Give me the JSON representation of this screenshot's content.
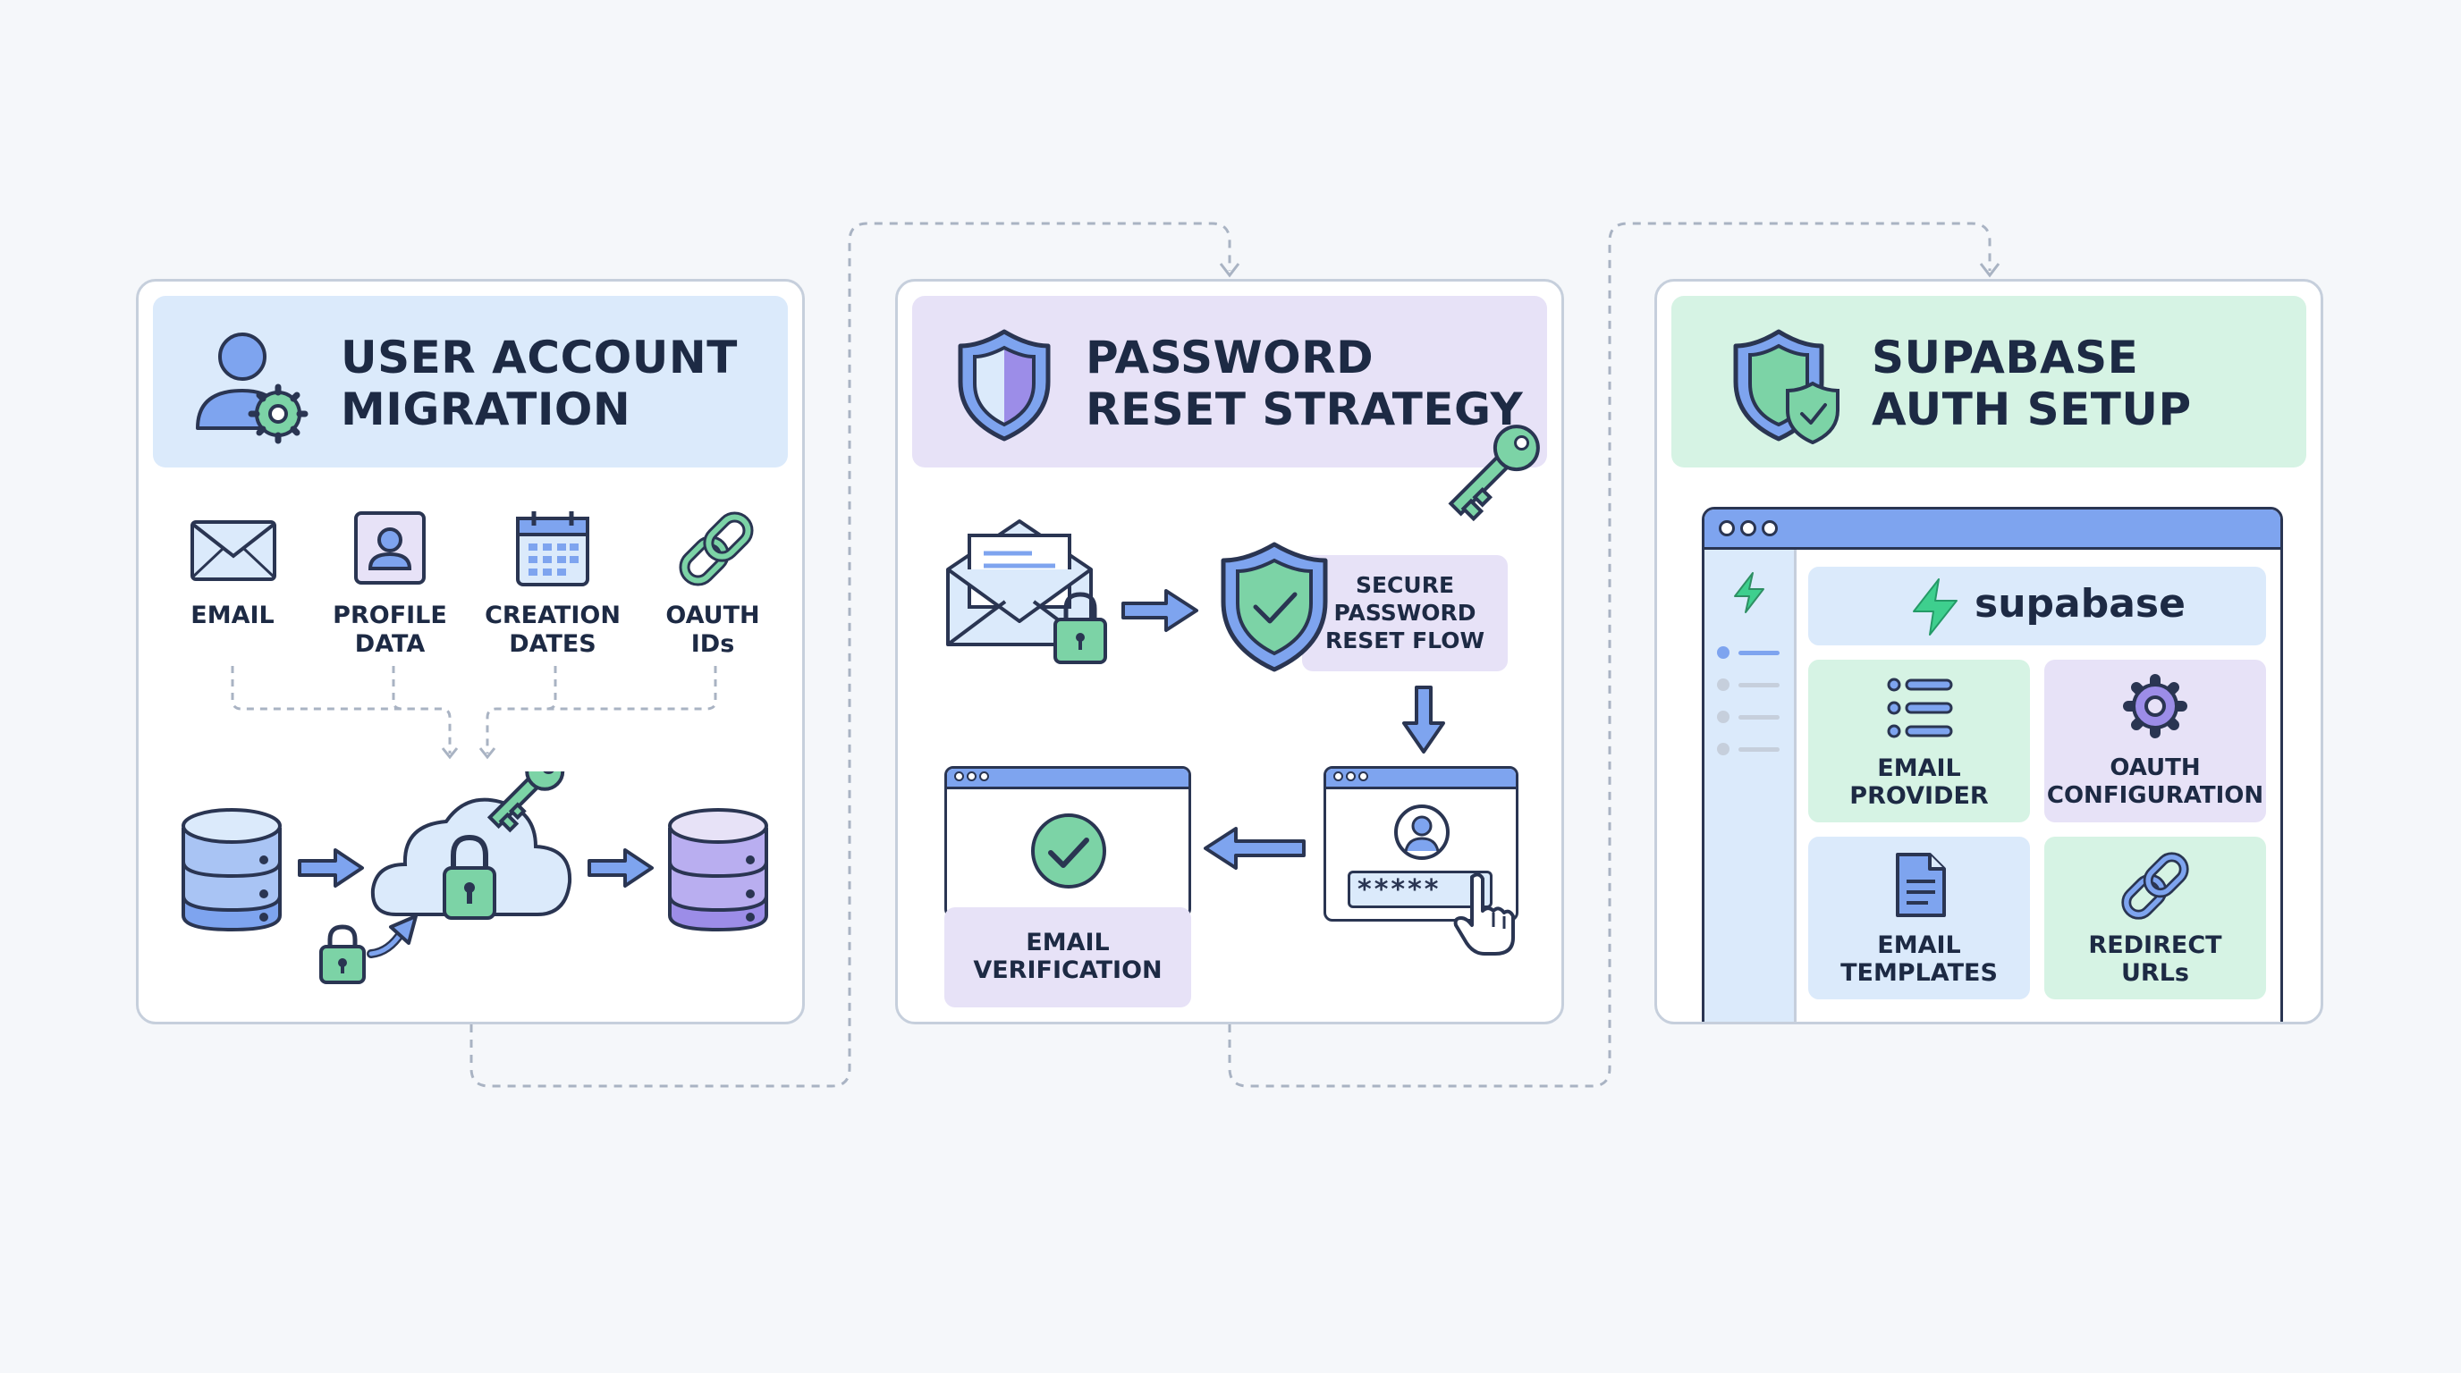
{
  "panels": {
    "migration": {
      "title": "USER ACCOUNT\nMIGRATION",
      "fields": [
        {
          "label": "EMAIL",
          "icon": "envelope-icon"
        },
        {
          "label": "PROFILE\nDATA",
          "icon": "profile-card-icon"
        },
        {
          "label": "CREATION\nDATES",
          "icon": "calendar-icon"
        },
        {
          "label": "OAUTH\nIDs",
          "icon": "chain-link-icon"
        }
      ]
    },
    "reset": {
      "title": "PASSWORD\nRESET STRATEGY",
      "secure_flow": "SECURE\nPASSWORD\nRESET FLOW",
      "password_mask": "*****",
      "email_verification": "EMAIL\nVERIFICATION"
    },
    "supabase": {
      "title": "SUPABASE\nAUTH SETUP",
      "brand": "supabase",
      "tiles": [
        {
          "label": "EMAIL\nPROVIDER",
          "icon": "list-icon"
        },
        {
          "label": "OAUTH\nCONFIGURATION",
          "icon": "gear-icon"
        },
        {
          "label": "EMAIL\nTEMPLATES",
          "icon": "document-icon"
        },
        {
          "label": "REDIRECT\nURLs",
          "icon": "chain-link-icon"
        }
      ]
    }
  },
  "colors": {
    "ink": "#1d2a44",
    "blue": "#7ea4ef",
    "purple": "#9c8de8",
    "green": "#7cd3a6",
    "header_blue": "#dbeafb",
    "header_purple": "#e7e2f7",
    "header_green": "#d6f3e4",
    "supabase_green": "#3ecf8e"
  }
}
